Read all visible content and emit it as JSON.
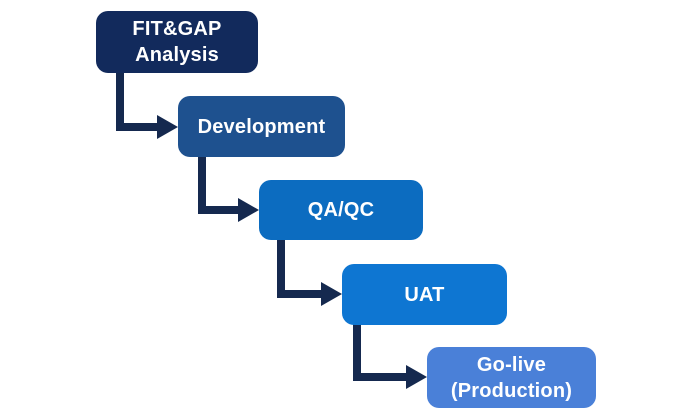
{
  "diagram": {
    "type": "flowchart-cascade",
    "background_color": "#ffffff",
    "arrow_color": "#15294f",
    "text_color": "#ffffff",
    "steps": [
      {
        "label": "FIT&GAP\nAnalysis",
        "color": "#122a5c"
      },
      {
        "label": "Development",
        "color": "#1e518f"
      },
      {
        "label": "QA/QC",
        "color": "#0c6cc0"
      },
      {
        "label": "UAT",
        "color": "#0e76d2"
      },
      {
        "label": "Go-live\n(Production)",
        "color": "#4a80d8"
      }
    ]
  }
}
